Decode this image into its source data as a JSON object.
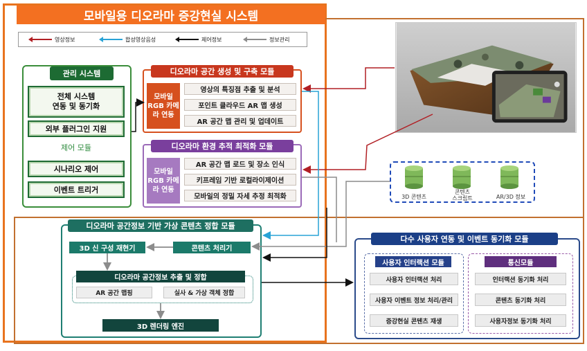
{
  "title": "모바일용 디오라마 증강현실 시스템",
  "legend": [
    {
      "label": "영상정보",
      "color": "#b11f24"
    },
    {
      "label": "합성영상음성",
      "color": "#29a3d6"
    },
    {
      "label": "제어정보",
      "color": "#111111"
    },
    {
      "label": "정보관리",
      "color": "#8c8c8c"
    }
  ],
  "management": {
    "title": "관리 시스템",
    "items": [
      "전체 시스템\n연동 및 동기화",
      "외부 플러그인 지원"
    ],
    "control_title": "제어 모듈",
    "control_items": [
      "시나리오 제어",
      "이벤트 트리거"
    ]
  },
  "construct_module": {
    "title": "디오라마 공간 생성 및 구축 모듈",
    "side": "모바일\nRGB 카메\n라 연동",
    "items": [
      "영상의 특징점 추출 및 분석",
      "포인트 클라우드 AR 맵 생성",
      "AR 공간 맵 관리 및 업데이트"
    ]
  },
  "tracking_module": {
    "title": "디오라마 환경 추적 최적화 모듈",
    "side": "모바일\nRGB 카메\n라 연동",
    "items": [
      "AR 공간 맵 로드 및 장소 인식",
      "키프레임 기반 로컬라이제이션",
      "모바일의 정밀 자세 추정 최적화"
    ]
  },
  "content_module": {
    "title": "디오라마 공간정보 기반 가상 콘텐츠 정합 모듈",
    "reconstructor": "3D 신 구성 재현기",
    "processor": "콘텐츠 처리기",
    "extract": "디오라마 공간정보 추출 및 정합",
    "mapping": "AR 공간 맵핑",
    "registration": "실사 & 가상 객체 정합",
    "render": "3D 렌더링 엔진"
  },
  "databases": [
    "3D 콘텐츠",
    "콘텐츠\n스크립트",
    "AR/3D 정보"
  ],
  "sync_module": {
    "title": "다수 사용자 연동 및 이벤트 동기화 모듈",
    "ui_title": "사용자 인터랙션 모듈",
    "ui_items": [
      "사용자 인터랙션 처리",
      "사용자 이벤트 정보 처리/관리",
      "증강현실 콘텐츠 재생"
    ],
    "comm_title": "통신모듈",
    "comm_items": [
      "인터랙션 동기화 처리",
      "콘텐츠 동기화 처리",
      "사용자정보 동기화 처리"
    ]
  },
  "colors": {
    "orange": "#f37021",
    "red": "#c8371e",
    "purple": "#7a3f9d",
    "green": "#1d6b33",
    "teal": "#1e6f61",
    "navy": "#1b3f87"
  }
}
